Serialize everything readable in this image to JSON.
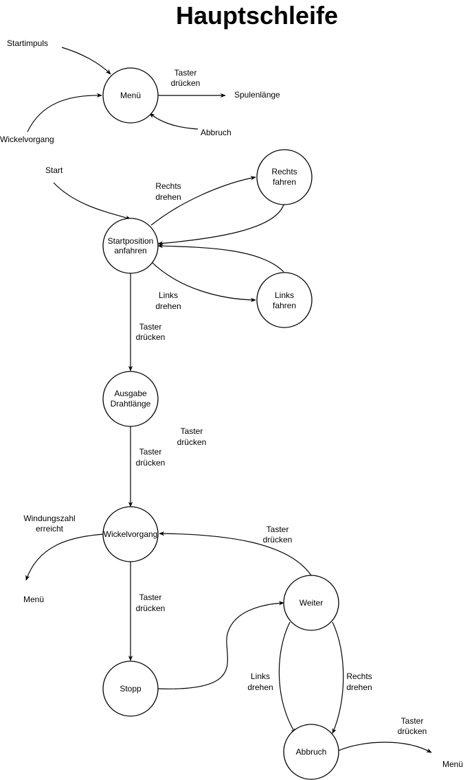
{
  "title": "Hauptschleife",
  "nodes": {
    "menu": "Menü",
    "startposition": [
      "Startposition",
      "anfahren"
    ],
    "rechts_fahren": [
      "Rechts",
      "fahren"
    ],
    "links_fahren": [
      "Links",
      "fahren"
    ],
    "ausgabe": [
      "Ausgabe",
      "Drahtlänge"
    ],
    "wickelvorgang": "Wickelvorgang",
    "weiter": "Weiter",
    "stopp": "Stopp",
    "abbruch": "Abbruch"
  },
  "terminals": {
    "startimpuls": "Startimpuls",
    "wickelvorgang_in": "Wickelvorgang",
    "spulenlaenge": "Spulenlänge",
    "abbruch_in": "Abbruch",
    "start": "Start",
    "menu_left": "Menü",
    "menu_bottom": "Menü"
  },
  "edge_labels": {
    "taster_druecken": [
      "Taster",
      "drücken"
    ],
    "rechts_drehen": [
      "Rechts",
      "drehen"
    ],
    "links_drehen": [
      "Links",
      "drehen"
    ],
    "windungszahl_erreicht": [
      "Windungszahl",
      "erreicht"
    ]
  },
  "colors": {
    "stroke": "#000000",
    "background": "#ffffff"
  }
}
